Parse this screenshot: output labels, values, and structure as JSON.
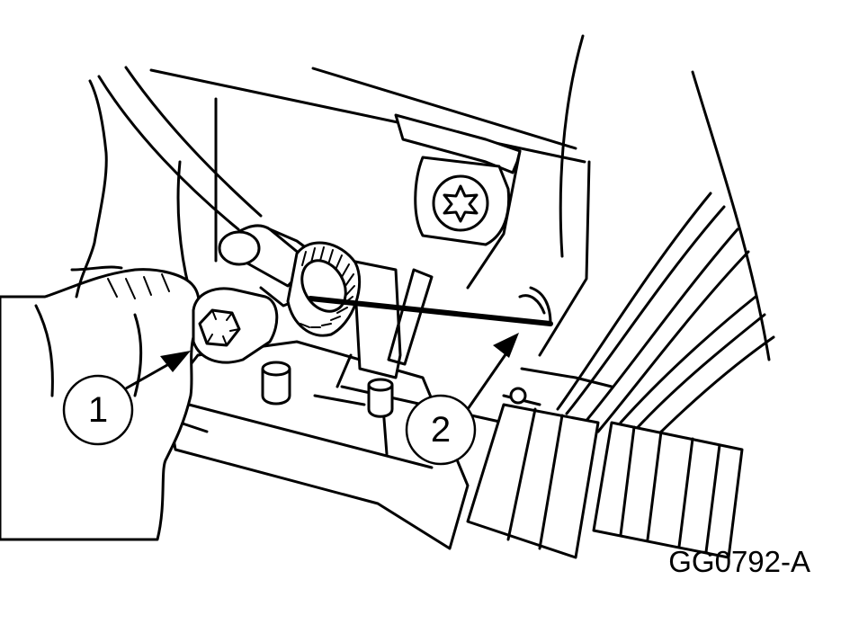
{
  "callouts": [
    {
      "number": "1"
    },
    {
      "number": "2"
    }
  ],
  "figure_code": "GG0792-A",
  "colors": {
    "line": "#000000",
    "background": "#ffffff"
  }
}
